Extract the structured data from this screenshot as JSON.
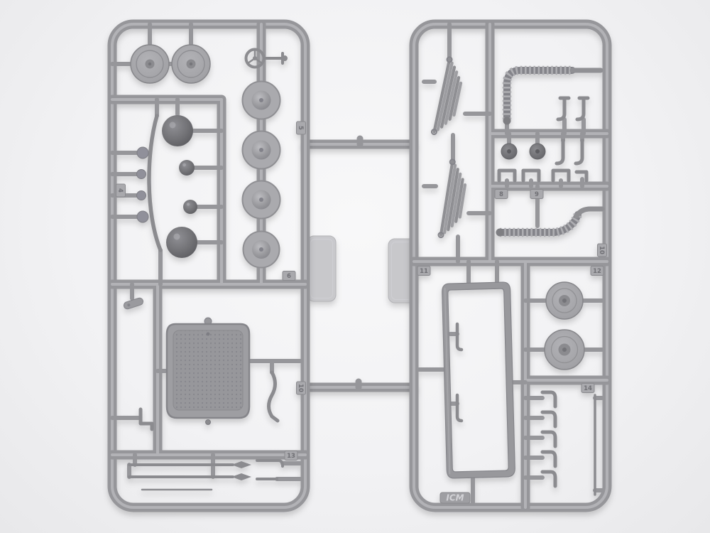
{
  "scene": {
    "description": "Top-down photograph of two light-grey injection-moulded styrene model-kit sprues joined by cross runners, holding vintage-car parts: wheel discs, domed hubs, headlamp spheres, a mesh radiator, leaf-spring packs, corrugated hoses, a windshield frame, spears, hooks and small fittings, with embossed part-number tags.",
    "background_color": "#f1f1f3",
    "plastic_color": "#98989c",
    "plastic_dark": "#77777b",
    "plastic_light": "#b7b7bb"
  },
  "left_sprue": {
    "tags": [
      "4",
      "5",
      "6",
      "10",
      "13"
    ]
  },
  "right_sprue": {
    "tags": [
      "8",
      "9",
      "10",
      "11",
      "12",
      "14"
    ],
    "logo": "ICM"
  }
}
